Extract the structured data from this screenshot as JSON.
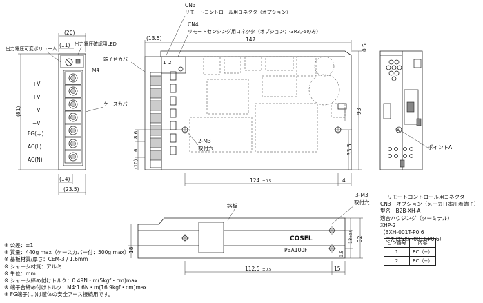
{
  "front_view": {
    "dim_20": "(20)",
    "dim_11": "(11)",
    "dim_81": "(81)",
    "dim_14": "(14)",
    "dim_23_5": "(23.5)",
    "label_volume": "出力電圧可変ボリューム",
    "label_led": "出力電圧確認用LED",
    "label_m4": "M4",
    "label_case_cover": "ケースカバー",
    "terminals": [
      "+V",
      "+V",
      "−V",
      "−V",
      "FG(⏚)",
      "AC(L)",
      "AC(N)"
    ]
  },
  "side_view": {
    "cn3_title": "CN3",
    "cn3_desc": "リモートコントロール用コネクタ（オプション）",
    "cn4_title": "CN4",
    "cn4_desc": "リモートセンシング用コネクタ（オプション：-3R3,-5のみ）",
    "dim_13_5": "(13.5)",
    "dim_147": "147",
    "dim_0_5": "0.5",
    "label_terminal_cover": "端子台カバー",
    "pin_1": "1",
    "pin_2": "2",
    "dim_93": "93",
    "dim_8_6": "8.6",
    "dim_6": "6",
    "dim_10": "(10)",
    "label_2m3": "2-M3",
    "label_mount_hole": "取付穴",
    "dim_33_5": "33.5",
    "dim_124": "124",
    "tol_05": "±0.5",
    "dim_4": "4"
  },
  "right_view": {
    "label_a": "A",
    "label_point_a": "ポイントA"
  },
  "bottom_view": {
    "label_3m3": "3-M3",
    "label_mount_hole": "取付穴",
    "label_chassis": "銘板",
    "brand": "COSEL",
    "model": "PBA100F",
    "dim_18": "18",
    "dim_13": "13",
    "tol_05": "±0.5",
    "dim_32": "32",
    "dim_9_5": "9.5",
    "dim_112_5": "112.5",
    "dim_15": "15"
  },
  "connector_info": {
    "title": "リモートコントロール用コネクタ",
    "line1": "CN3　オプション（メーカ日本圧着端子）",
    "line2": "型名　B2B-XH-A",
    "line3": "適合ハウジング（ターミナル）",
    "line4": "XHP-2",
    "line5": "（BXH-001T-P0.6",
    "line6": "　またはSXH-001T-P0.6）"
  },
  "pin_table": {
    "headers": [
      "ピン番号",
      "内容"
    ],
    "rows": [
      [
        "1",
        "RC（+）"
      ],
      [
        "2",
        "RC（−）"
      ]
    ]
  },
  "notes": [
    "※ 公差：±1",
    "※ 質量：440g max（ケースカバー付：500g max）",
    "※ 基板材質/厚さ：CEM-3 / 1.6mm",
    "※ シャーシ材質：アルミ",
    "※ 単位：mm",
    "※ シャーシ締め付けトルク：0.49N・m(5kgf・cm)max",
    "※ 端子台締め付けトルク：M4:1.6N・m(16.9kgf・cm)max",
    "※ FG端子(⏚)は筐体の安全アース接続用です。"
  ]
}
